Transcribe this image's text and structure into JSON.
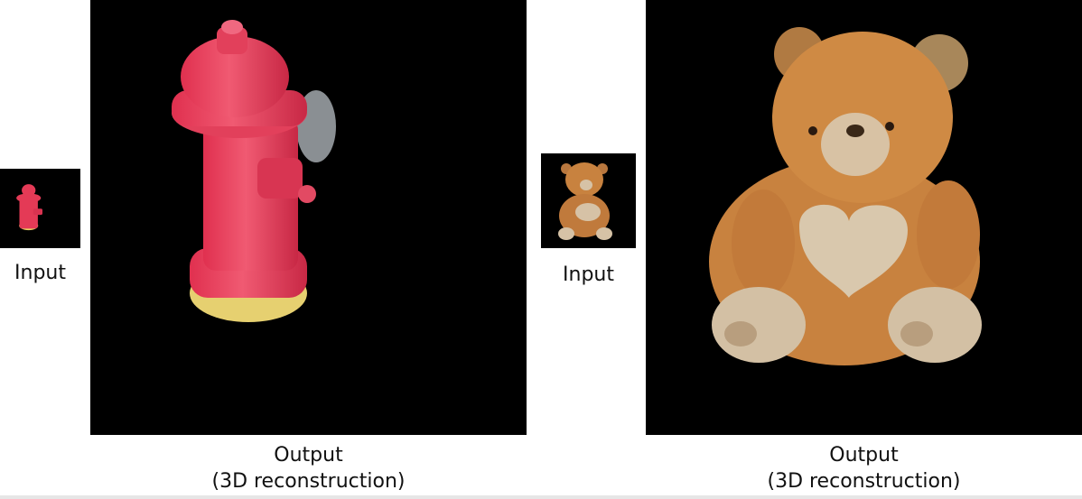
{
  "examples": [
    {
      "subject": "fire hydrant",
      "input_label": "Input",
      "output_label_line1": "Output",
      "output_label_line2": "(3D reconstruction)"
    },
    {
      "subject": "teddy bear",
      "input_label": "Input",
      "output_label_line1": "Output",
      "output_label_line2": "(3D reconstruction)"
    }
  ],
  "colors": {
    "background": "#ffffff",
    "panel": "#000000",
    "hydrant": "#e43a56",
    "bear": "#c8823f"
  }
}
